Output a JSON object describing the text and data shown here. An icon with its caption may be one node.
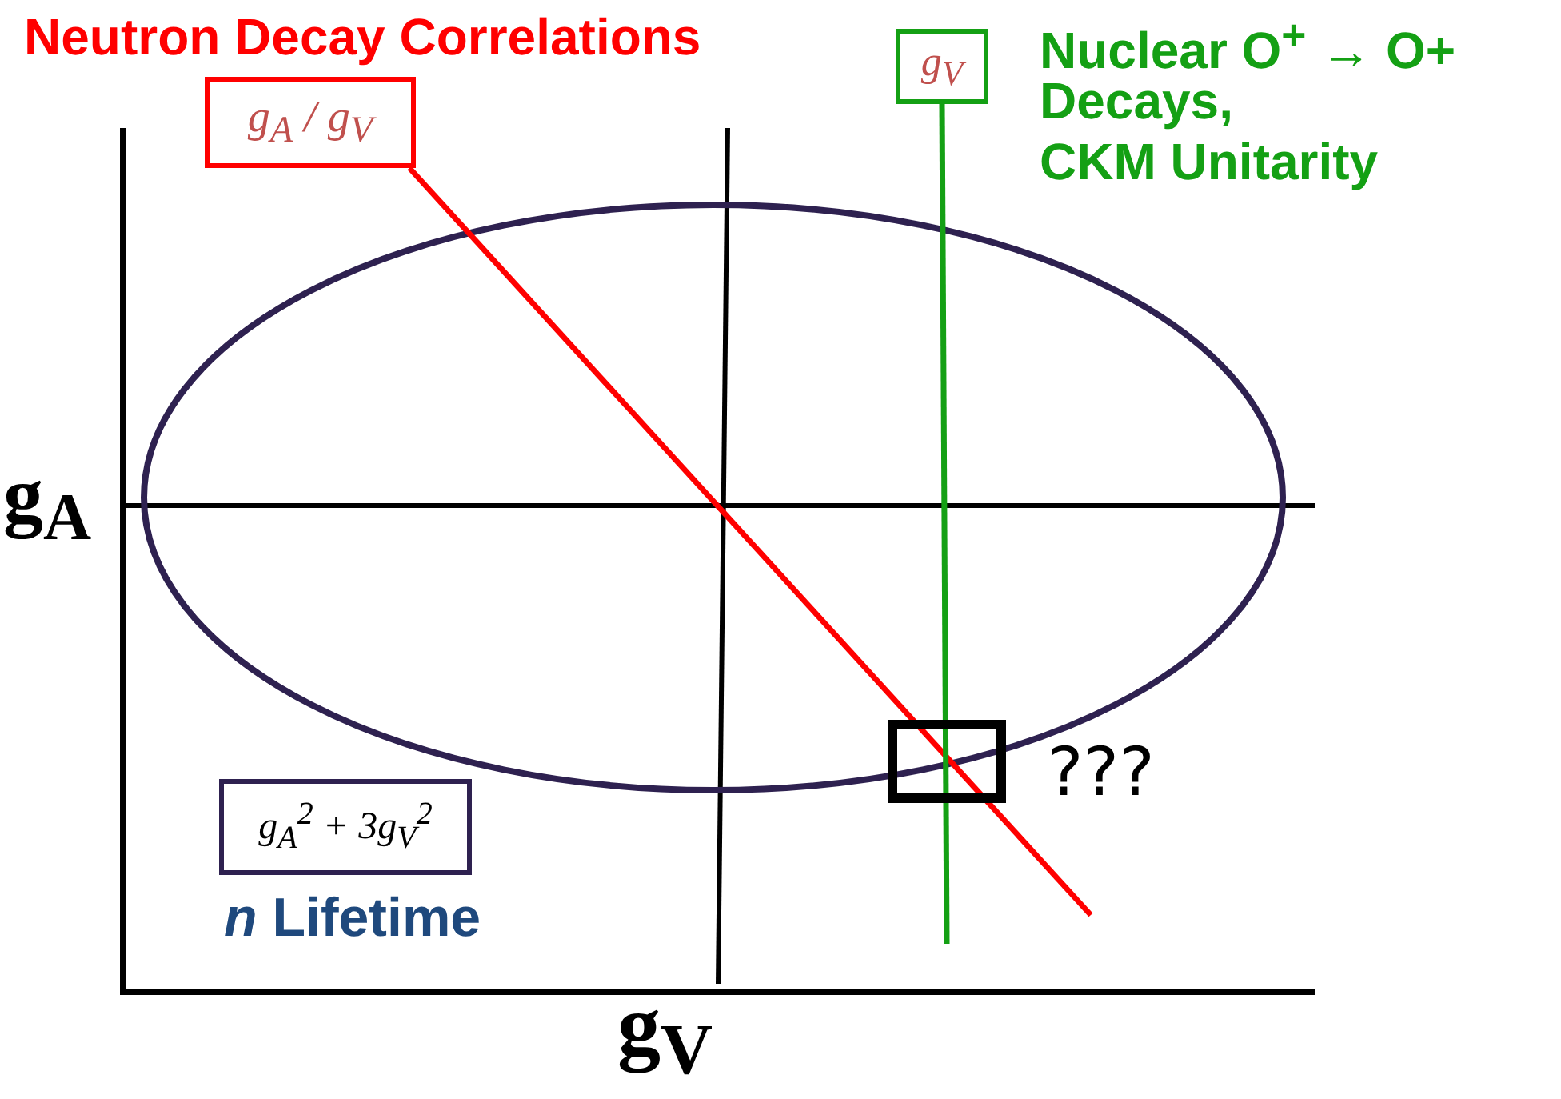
{
  "diagram": {
    "nodes": [
      {
        "text": [
          "g$_{A}$ / g$_{V}$"
        ]
      },
      {
        "text": [
          "g$_{V}$"
        ]
      },
      {
        "text": [
          "g$_{A}$$^{2}$ + 3g$_{V}$$^{2}$"
        ],
        "beside": [
          "*n* Lifetime"
        ]
      }
    ],
    "edges": [
      {
        "from": 0,
        "to": null,
        "arrow": "none",
        "color": "#ff0000"
      },
      {
        "from": 1,
        "to": null,
        "arrow": "none",
        "color": "#14a014"
      }
    ],
    "labels": [
      "Neutron Decay Correlations",
      "Nuclear O$^{+}$ → O+",
      "Decays,",
      "CKM Unitarity",
      "???",
      "g$_{A}$",
      "g$_{V}$"
    ]
  }
}
